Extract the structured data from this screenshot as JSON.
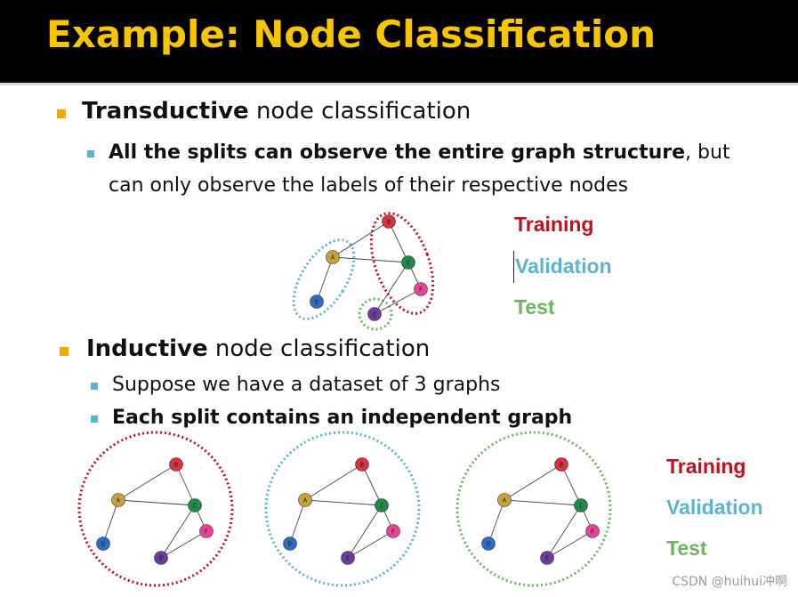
{
  "slide": {
    "title": "Example: Node Classification",
    "title_color": "#f7c600",
    "section1": {
      "bold": "Transductive",
      "rest": " node classification",
      "sub": {
        "bold": "All the splits can observe the entire graph structure",
        "rest_line1": ", but",
        "line2": "can only observe the labels of their respective nodes"
      },
      "legend": {
        "training": "Training",
        "validation": "Validation",
        "test": "Test"
      }
    },
    "section2": {
      "bold": "Inductive",
      "rest": " node classification",
      "sub1": "Suppose we have a dataset of 3 graphs",
      "sub2": "Each split contains an independent graph",
      "legend": {
        "training": "Training",
        "validation": "Validation",
        "test": "Test"
      }
    },
    "watermark": "CSDN @huihui冲啊"
  },
  "colors": {
    "training": "#c0111f",
    "validation": "#5ab4cf",
    "test": "#6bb759",
    "bullet_main": "#f3a700",
    "bullet_sub": "#5ab4cf"
  },
  "graph": {
    "nodes": [
      {
        "id": "A",
        "color": "#c8a13a"
      },
      {
        "id": "B",
        "color": "#d9333c"
      },
      {
        "id": "C",
        "color": "#1e8a4c"
      },
      {
        "id": "D",
        "color": "#2b6cc4"
      },
      {
        "id": "E",
        "color": "#6a3d9a"
      },
      {
        "id": "F",
        "color": "#e8439a"
      }
    ],
    "edges": [
      [
        "A",
        "B"
      ],
      [
        "A",
        "C"
      ],
      [
        "A",
        "D"
      ],
      [
        "B",
        "C"
      ],
      [
        "C",
        "F"
      ],
      [
        "C",
        "E"
      ],
      [
        "E",
        "F"
      ]
    ]
  }
}
